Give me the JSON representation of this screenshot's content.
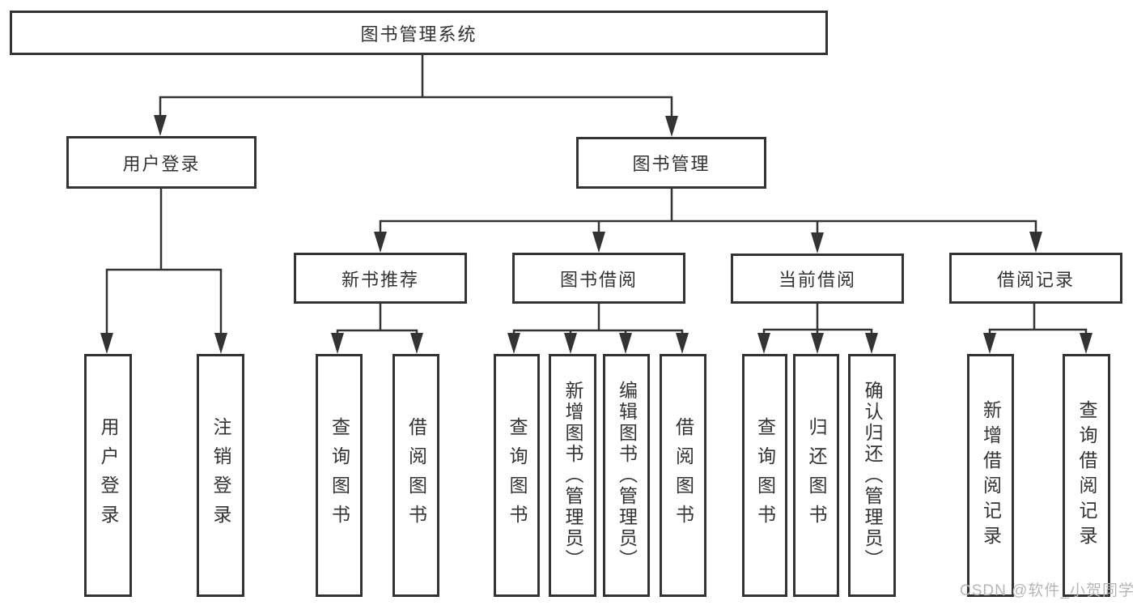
{
  "tree": {
    "label": "图书管理系统",
    "children": [
      {
        "label": "用户登录",
        "children": [
          {
            "label": "用户登录"
          },
          {
            "label": "注销登录"
          }
        ]
      },
      {
        "label": "图书管理",
        "children": [
          {
            "label": "新书推荐",
            "children": [
              {
                "label": "查询图书"
              },
              {
                "label": "借阅图书"
              }
            ]
          },
          {
            "label": "图书借阅",
            "children": [
              {
                "label": "查询图书"
              },
              {
                "label": "新增图书（管理员）"
              },
              {
                "label": "编辑图书（管理员）"
              },
              {
                "label": "借阅图书"
              }
            ]
          },
          {
            "label": "当前借阅",
            "children": [
              {
                "label": "查询图书"
              },
              {
                "label": "归还图书"
              },
              {
                "label": "确认归还（管理员）"
              }
            ]
          },
          {
            "label": "借阅记录",
            "children": [
              {
                "label": "新增借阅记录"
              },
              {
                "label": "查询借阅记录"
              }
            ]
          }
        ]
      }
    ]
  },
  "watermark": {
    "text": "CSDN @软件_小贺同学"
  },
  "colors": {
    "line": "#333333",
    "text": "#333333",
    "watermark": "#b6b6b6",
    "background": "#ffffff"
  }
}
